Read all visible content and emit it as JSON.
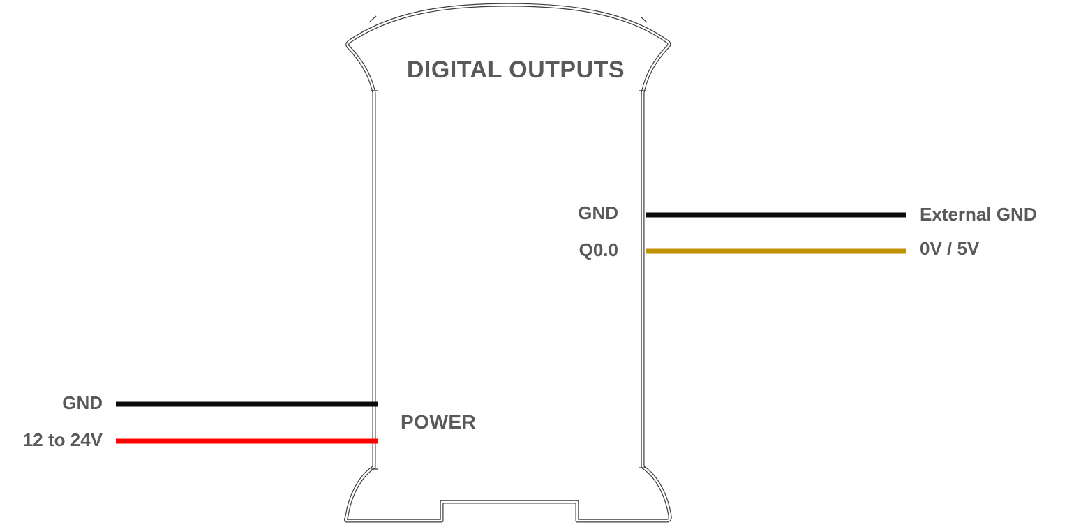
{
  "title": "DIGITAL OUTPUTS",
  "power_section_label": "POWER",
  "connections": {
    "right": [
      {
        "pin": "GND",
        "external_label": "External GND",
        "wire_color": "#0b0b0b"
      },
      {
        "pin": "Q0.0",
        "external_label": "0V / 5V",
        "wire_color": "#c19204"
      }
    ],
    "left": [
      {
        "pin": "GND",
        "wire_color": "#0b0b0b"
      },
      {
        "pin": "12 to 24V",
        "wire_color": "#fe0000"
      }
    ]
  },
  "colors": {
    "outline": "#3c3c3c",
    "label_text": "#595959",
    "background": "#ffffff"
  }
}
